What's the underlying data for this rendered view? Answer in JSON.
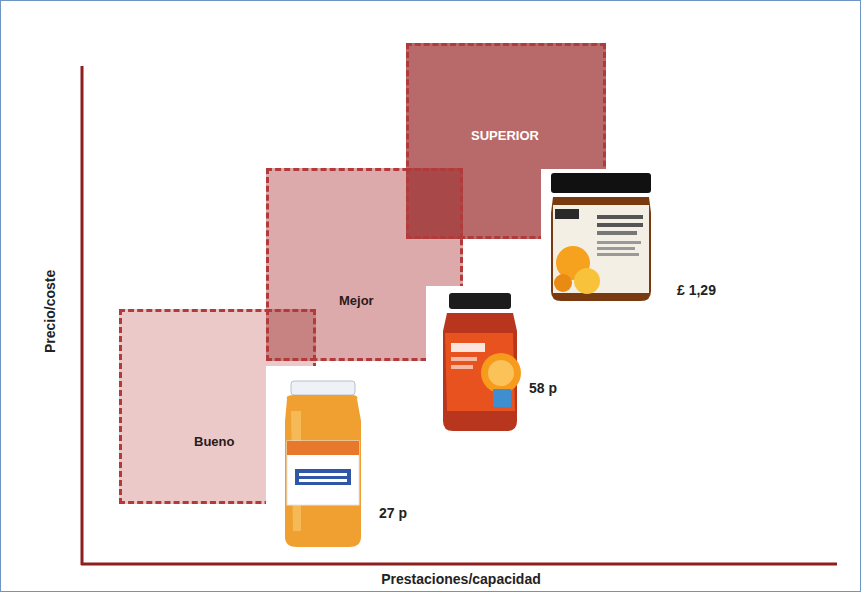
{
  "diagram": {
    "nodes": [
      {
        "text": [
          "SUPERIOR"
        ]
      },
      {
        "text": [
          "Mejor"
        ]
      },
      {
        "text": [
          "Bueno"
        ]
      }
    ],
    "labels": [
      "£ 1,29",
      "58 p",
      "27 p",
      "Precio/coste",
      "Prestaciones/capacidad"
    ]
  }
}
